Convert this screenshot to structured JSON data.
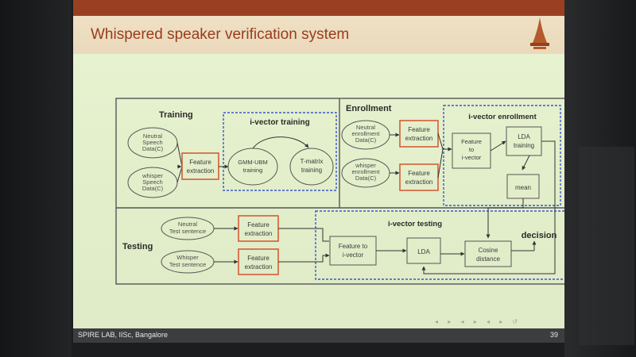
{
  "slide": {
    "title": "Whispered speaker verification system",
    "footer_left": "SPIRE LAB, IISc, Bangalore",
    "page_number": "39"
  },
  "diagram": {
    "training": {
      "heading": "Training",
      "neutral_data": [
        "Neutral",
        "Speech",
        "Data(C)"
      ],
      "whisper_data": [
        "whisper",
        "Speech",
        "Data(C)"
      ],
      "feature_extraction": [
        "Feature",
        "extraction"
      ],
      "ivector_training": {
        "heading": "i-vector training",
        "gmm_ubm": [
          "GMM-UBM",
          "training"
        ],
        "tmatrix": [
          "T-matrix",
          "training"
        ]
      }
    },
    "enrollment": {
      "heading": "Enrollment",
      "neutral_data": [
        "Neutral",
        "enrollment",
        "Data(C)"
      ],
      "whisper_data": [
        "whisper",
        "enrollment",
        "Data(C)"
      ],
      "feature_extraction_1": [
        "Feature",
        "extraction"
      ],
      "feature_extraction_2": [
        "Feature",
        "extraction"
      ],
      "ivector_enrollment": {
        "heading": "i-vector enrollment",
        "feature_to_ivector": [
          "Feature",
          "to",
          "i-vector"
        ],
        "lda_training": [
          "LDA",
          "training"
        ],
        "mean": "mean"
      }
    },
    "testing": {
      "heading": "Testing",
      "neutral_test": [
        "Neutral",
        "Test sentence"
      ],
      "whisper_test": [
        "Whisper",
        "Test sentence"
      ],
      "feature_extraction_1": [
        "Feature",
        "extraction"
      ],
      "feature_extraction_2": [
        "Feature",
        "extraction"
      ],
      "ivector_testing": {
        "heading": "i-vector testing",
        "feature_to_ivector": [
          "Feature to",
          "i-vector"
        ],
        "lda": "LDA",
        "cosine_distance": [
          "Cosine",
          "distance"
        ],
        "decision": "decision"
      }
    }
  },
  "colors": {
    "accent": "#9a3c1c",
    "feature_box_border": "#d2542e",
    "dashed_border": "#3a57c9"
  }
}
